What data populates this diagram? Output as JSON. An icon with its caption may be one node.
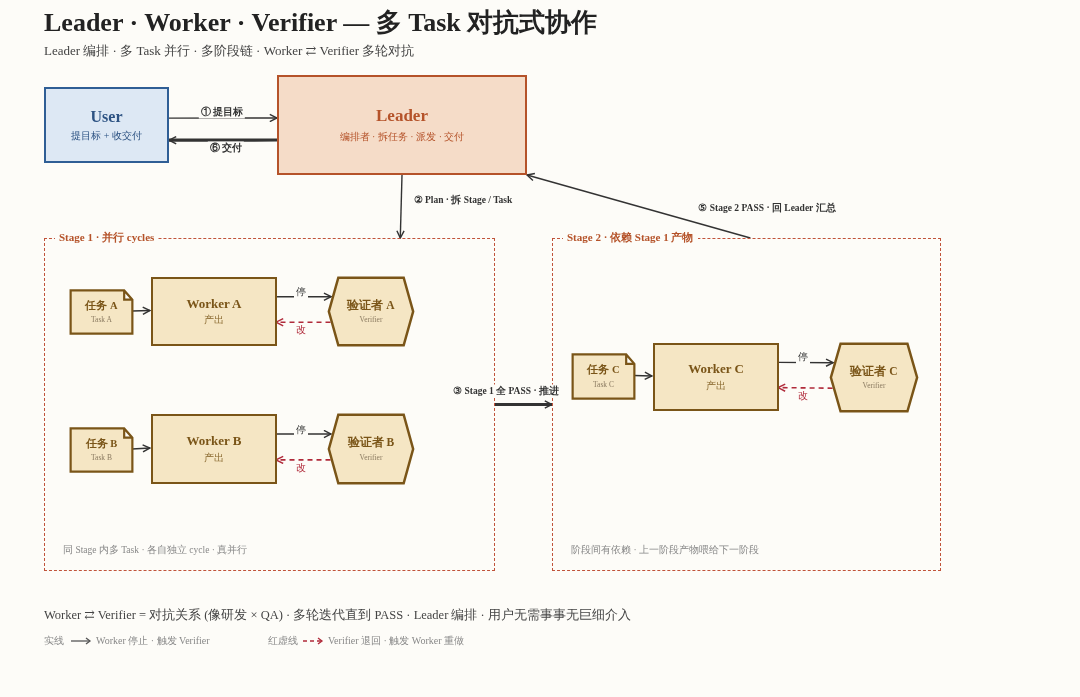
{
  "diagram": {
    "title": "Leader · Worker · Verifier — 多 Task 对抗式协作",
    "nodes": [
      {
        "text": [
          "User",
          "提目标 + 收交付"
        ]
      },
      {
        "text": [
          "Leader",
          "编排者 · 拆任务 · 派发 · 交付"
        ]
      },
      {
        "text": [
          "Stage 1 · 并行 cycles",
          "同 Stage 内多 Task · 各自独立 cycle · 真并行"
        ]
      },
      {
        "text": [
          "任务 A",
          "Task A"
        ],
        "in": 2
      },
      {
        "text": [
          "Worker A",
          "产出"
        ],
        "in": 2
      },
      {
        "text": [
          "验证者 A",
          "Verifier"
        ],
        "in": 2
      },
      {
        "text": [
          "任务 B",
          "Task B"
        ],
        "in": 2
      },
      {
        "text": [
          "Worker B",
          "产出"
        ],
        "in": 2
      },
      {
        "text": [
          "验证者 B",
          "Verifier"
        ],
        "in": 2
      },
      {
        "text": [
          "Stage 2 · 依赖 Stage 1 产物",
          "阶段间有依赖 · 上一阶段产物喂给下一阶段"
        ]
      },
      {
        "text": [
          "任务 C",
          "Task C"
        ],
        "in": 9
      },
      {
        "text": [
          "Worker C",
          "产出"
        ],
        "in": 9
      },
      {
        "text": [
          "验证者 C",
          "Verifier"
        ],
        "in": 9
      }
    ],
    "edges": [
      {
        "from": 0,
        "to": 1,
        "arrow": "to",
        "label": "① 提目标"
      },
      {
        "from": 1,
        "to": 0,
        "arrow": "to",
        "label": "⑥ 交付",
        "style": "thick"
      },
      {
        "from": 1,
        "to": 2,
        "arrow": "to",
        "label": "② Plan · 拆 Stage / Task"
      },
      {
        "from": 3,
        "to": 4,
        "arrow": "to"
      },
      {
        "from": 4,
        "to": 5,
        "arrow": "to",
        "label": "停"
      },
      {
        "from": 5,
        "to": 4,
        "arrow": "to",
        "label": "改",
        "style": "dashed",
        "color": "#b02a3a"
      },
      {
        "from": 6,
        "to": 7,
        "arrow": "to"
      },
      {
        "from": 7,
        "to": 8,
        "arrow": "to",
        "label": "停"
      },
      {
        "from": 8,
        "to": 7,
        "arrow": "to",
        "label": "改",
        "style": "dashed",
        "color": "#b02a3a"
      },
      {
        "from": 10,
        "to": 11,
        "arrow": "to"
      },
      {
        "from": 11,
        "to": 12,
        "arrow": "to",
        "label": "停"
      },
      {
        "from": 12,
        "to": 11,
        "arrow": "to",
        "label": "改",
        "style": "dashed",
        "color": "#b02a3a"
      },
      {
        "from": 2,
        "to": 9,
        "arrow": "to",
        "label": "③ Stage 1 全 PASS · 推进",
        "style": "thick"
      },
      {
        "from": 9,
        "to": 1,
        "arrow": "to",
        "label": "⑤ Stage 2 PASS · 回 Leader 汇总"
      }
    ],
    "labels": [
      "Leader 编排 · 多 Task 并行 · 多阶段链 · Worker ⇄ Verifier 多轮对抗",
      "Worker ⇄ Verifier = 对抗关系 (像研发 × QA) · 多轮迭代直到 PASS · Leader 编排 · 用户无需事事无巨细介入",
      "实线",
      "红虚线"
    ],
    "legend": [
      {
        "text": "Worker 停止 · 触发 Verifier"
      },
      {
        "text": "Verifier 退回 · 触发 Worker 重做"
      }
    ]
  }
}
